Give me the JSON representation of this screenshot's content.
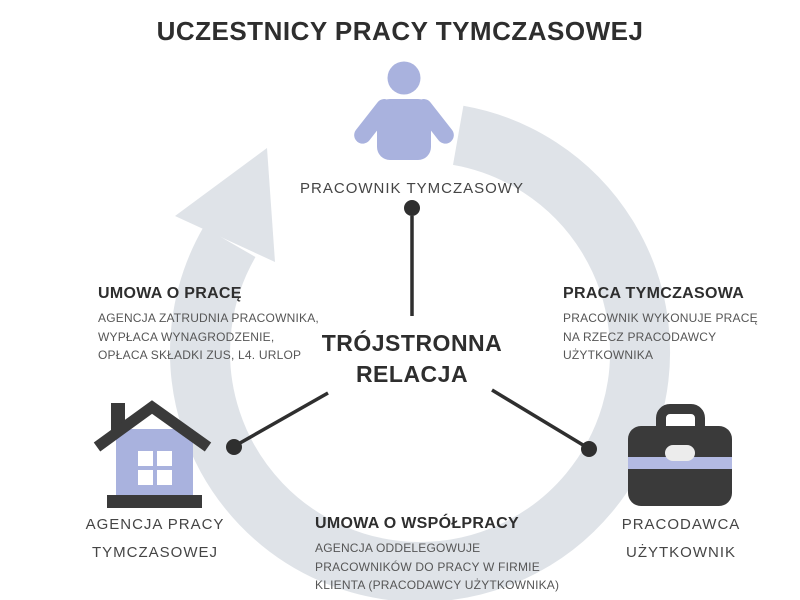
{
  "title": "UCZESTNICY PRACY TYMCZASOWEJ",
  "center_label": {
    "line1": "TRÓJSTRONNA",
    "line2": "RELACJA"
  },
  "nodes": {
    "worker": {
      "icon": "person-icon",
      "label": "PRACOWNIK TYMCZASOWY"
    },
    "agency": {
      "icon": "house-icon",
      "label_line1": "AGENCJA PRACY",
      "label_line2": "TYMCZASOWEJ"
    },
    "employer": {
      "icon": "briefcase-icon",
      "label_line1": "PRACODAWCA",
      "label_line2": "UŻYTKOWNIK"
    }
  },
  "annotations": {
    "left": {
      "heading": "UMOWA O PRACĘ",
      "lines": [
        "AGENCJA ZATRUDNIA PRACOWNIKA,",
        "WYPŁACA WYNAGRODZENIE,",
        "OPŁACA SKŁADKI ZUS, L4. URLOP"
      ]
    },
    "right": {
      "heading": "PRACA TYMCZASOWA",
      "lines": [
        "PRACOWNIK WYKONUJE PRACĘ",
        "NA RZECZ PRACODAWCY",
        "UŻYTKOWNIKA"
      ]
    },
    "bottom": {
      "heading": "UMOWA O WSPÓŁPRACY",
      "lines": [
        "AGENCJA ODDELEGOWUJE",
        "PRACOWNIKÓW DO PRACY W FIRMIE",
        "KLIENTA (PRACODAWCY UŻYTKOWNIKA)"
      ]
    }
  },
  "colors": {
    "accent_lavender": "#a9b2de",
    "stripe_lavender": "#b3bae3",
    "icon_dark": "#3a3a3a",
    "arrow_gray": "#dfe3e8",
    "heading_text": "#2e2e2e",
    "body_text": "#565656",
    "connector": "#2f2f2f"
  }
}
